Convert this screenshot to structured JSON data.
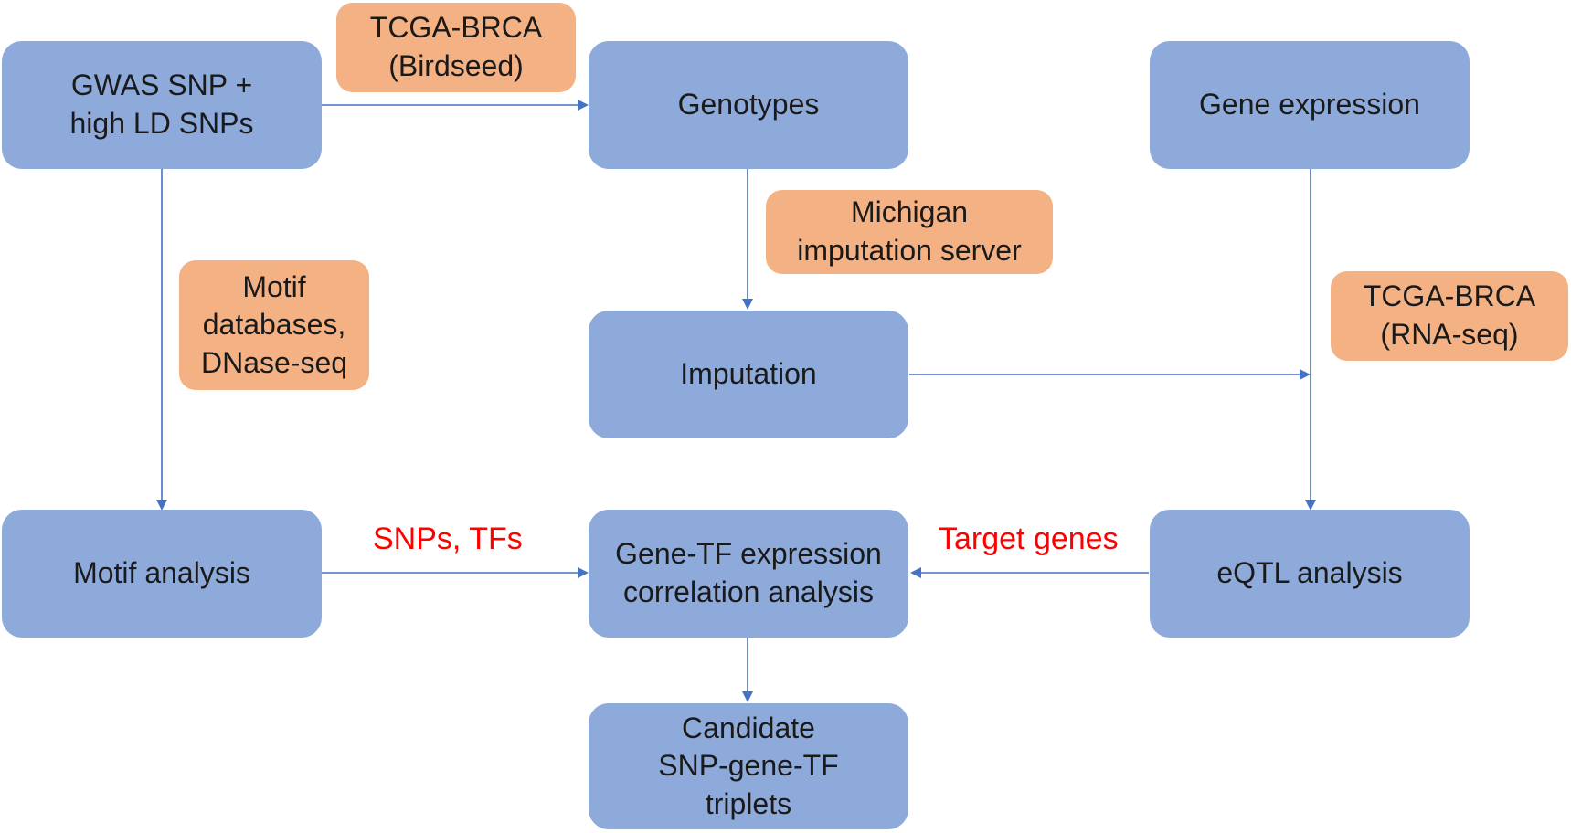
{
  "nodes": {
    "gwas": "GWAS SNP +\nhigh LD SNPs",
    "genotypes": "Genotypes",
    "gene_expression": "Gene expression",
    "imputation": "Imputation",
    "motif_analysis": "Motif analysis",
    "correlation": "Gene-TF expression\ncorrelation analysis",
    "eqtl": "eQTL analysis",
    "triplets": "Candidate\nSNP-gene-TF\ntriplets"
  },
  "resources": {
    "tcga_birdseed": "TCGA-BRCA\n(Birdseed)",
    "michigan": "Michigan\nimputation server",
    "motif_db": "Motif\ndatabases,\nDNase-seq",
    "tcga_rnaseq": "TCGA-BRCA\n(RNA-seq)"
  },
  "edge_labels": {
    "snps_tfs": "SNPs, TFs",
    "target_genes": "Target genes"
  },
  "colors": {
    "process_box": "#8eaadb",
    "resource_box": "#f4b183",
    "arrow": "#4472c4",
    "edge_label": "#ff0000"
  }
}
